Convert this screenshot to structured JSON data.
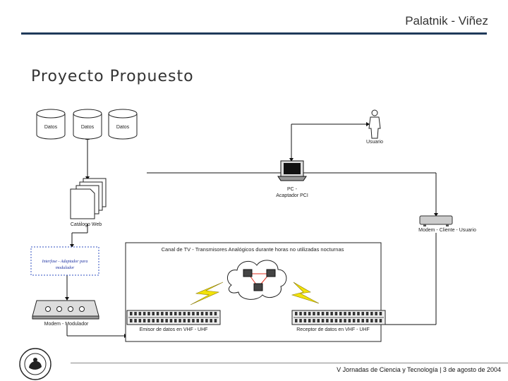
{
  "header": {
    "author": "Palatnik - Viñez"
  },
  "slide": {
    "title": "Proyecto Propuesto"
  },
  "diagram": {
    "databases": [
      "Datos",
      "Datos",
      "Datos"
    ],
    "user_label": "Usuario",
    "pc_label_line1": "PC -",
    "pc_label_line2": "Acaptador PCI",
    "catalog_label": "Catálogo Web",
    "modem_user_label": "Modem - Cliente - Usuario",
    "interface_label_line1": "Interfase - Adaptador para",
    "interface_label_line2": "modulador",
    "tv_box_title": "Canal de TV - Transmisores Analógicos durante horas no utilizadas nocturnas",
    "modem_mod_label": "Modem - Modulador",
    "emitter_label": "Emisor de datos en VHF - UHF",
    "receiver_label": "Receptor de datos en VHF - UHF"
  },
  "footer": {
    "text": "V Jornadas de Ciencia y Tecnología | 3 de agosto de 2004"
  },
  "colors": {
    "rule": "#1f3a5a",
    "lightning": "#f2e20a",
    "network_link": "#e03020",
    "interface_text": "#1a2ea0"
  }
}
